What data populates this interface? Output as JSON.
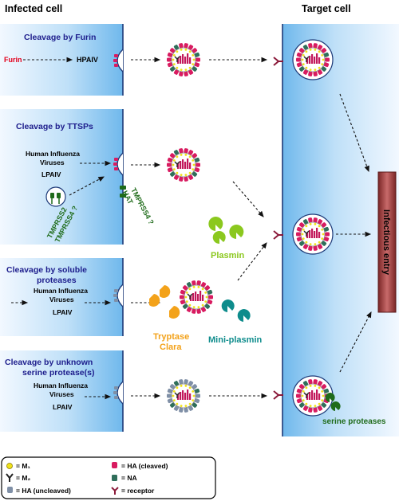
{
  "headers": {
    "infected": "Infected cell",
    "target": "Target cell"
  },
  "panels": [
    {
      "title": [
        "Cleavage by Furin"
      ],
      "left": "Furin",
      "virus": [
        "HPAIV"
      ]
    },
    {
      "title": [
        "Cleavage by TTSPs"
      ],
      "virus": [
        "Human Influenza",
        "Viruses",
        "LPAIV"
      ],
      "vesicle": [
        "TMPRSS2",
        "TMPRSS4 ?"
      ],
      "membrane": [
        "TMPRSS4 ?",
        "HAT"
      ]
    },
    {
      "title": [
        "Cleavage by soluble",
        "proteases"
      ],
      "virus": [
        "Human Influenza",
        "Viruses",
        "LPAIV"
      ]
    },
    {
      "title": [
        "Cleavage by unknown",
        "serine protease(s)"
      ],
      "virus": [
        "Human Influenza",
        "Viruses",
        "LPAIV"
      ]
    }
  ],
  "proteases": {
    "plasmin": "Plasmin",
    "tryptase": [
      "Tryptase",
      "Clara"
    ],
    "miniplasmin": "Mini-plasmin",
    "serine": "serine proteases"
  },
  "entry": "Infectious entry",
  "legend": {
    "m1": "= M₁",
    "m2": "= M₂",
    "ha_uncleaved": "= HA (uncleaved)",
    "ha_cleaved": "= HA (cleaved)",
    "na": "= NA",
    "receptor": "= receptor"
  },
  "colors": {
    "furin": "#e3001b",
    "title": "#1d1d8c",
    "green_label": "#1f6b1a",
    "plasmin": "#8bc81e",
    "tryptase": "#f3a21a",
    "miniplasmin": "#0e8c8c",
    "ha_cleaved": "#d81b60",
    "ha_uncleaved": "#7f8fa6",
    "receptor": "#8b1a3a",
    "m1": "#f0e21a",
    "na": "#2f6e5a",
    "entry_box": "#a94a4a"
  }
}
